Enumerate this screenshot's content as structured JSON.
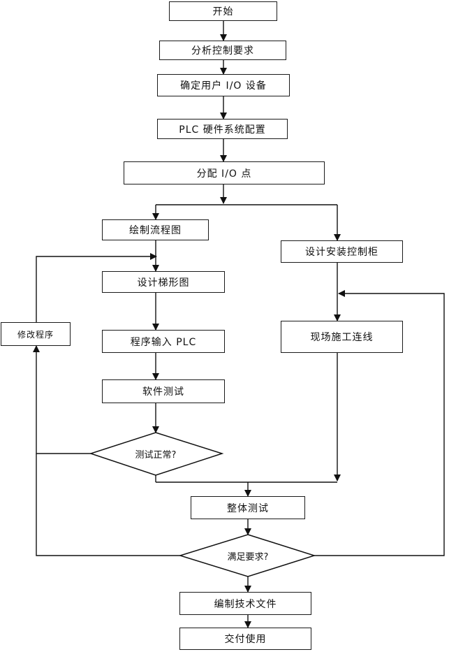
{
  "flowchart": {
    "start": "开始",
    "analyze": "分析控制要求",
    "define_io": "确定用户 I/O 设备",
    "hardware": "PLC 硬件系统配置",
    "assign_io": "分配 I/O 点",
    "draw_flow": "绘制流程图",
    "design_ladder": "设计梯形图",
    "input_program": "程序输入 PLC",
    "software_test": "软件测试",
    "test_ok": "测试正常?",
    "modify_program": "修改程序",
    "design_cabinet": "设计安装控制柜",
    "wiring": "现场施工连线",
    "system_test": "整体测试",
    "meets_req": "满足要求?",
    "documentation": "编制技术文件",
    "delivery": "交付使用"
  }
}
